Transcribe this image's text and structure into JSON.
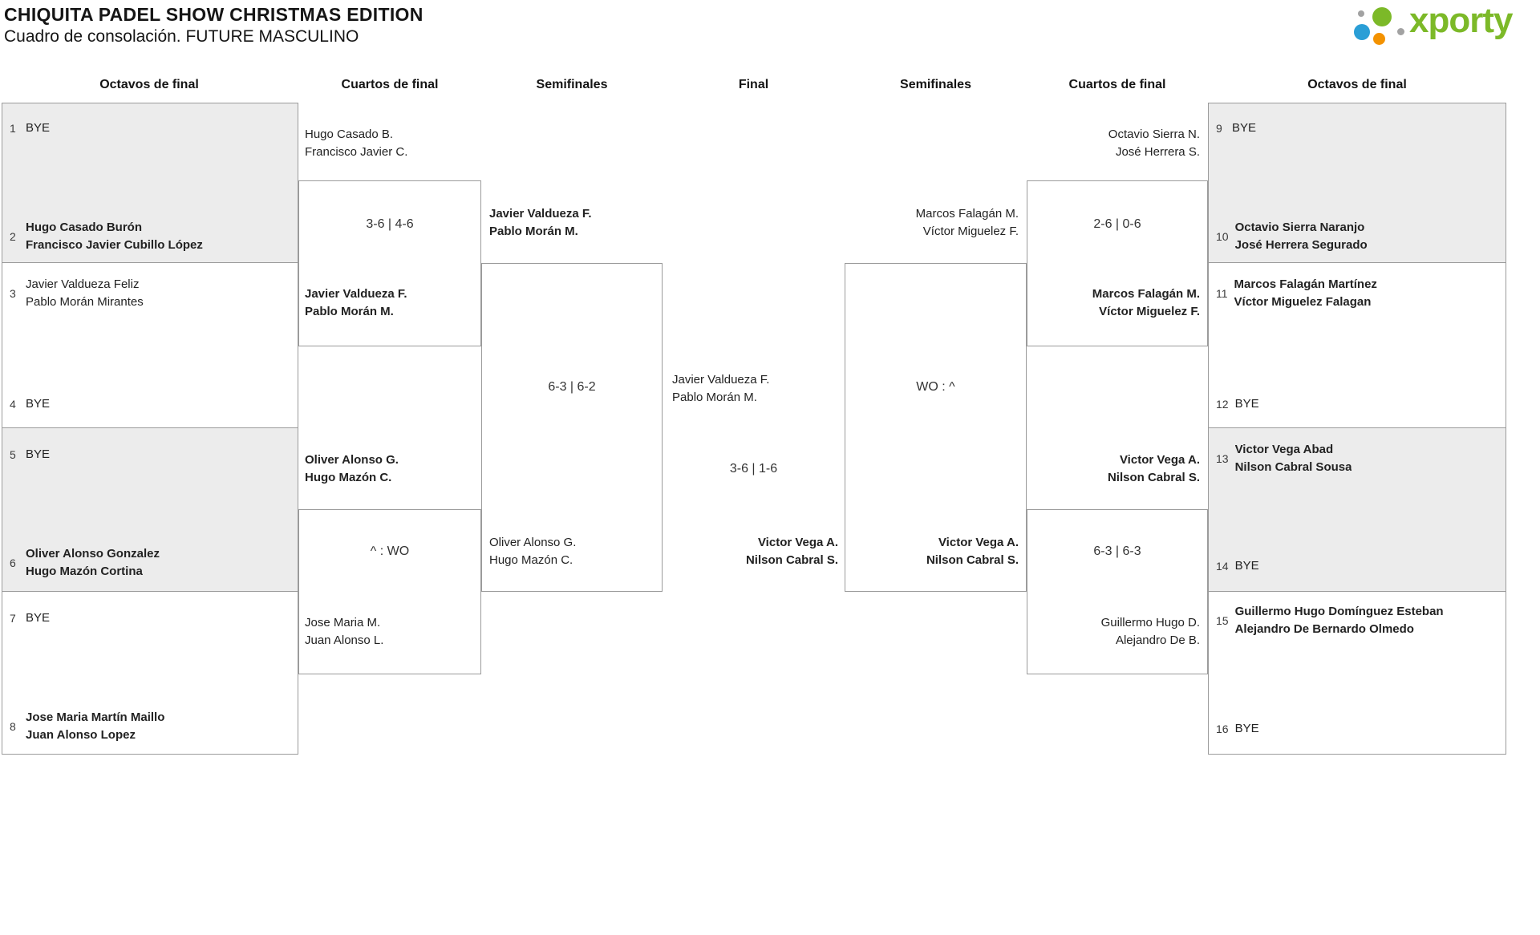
{
  "title": "CHIQUITA PADEL SHOW CHRISTMAS EDITION",
  "subtitle": "Cuadro de consolación. FUTURE MASCULINO",
  "logo": {
    "text": "xporty"
  },
  "colors": {
    "green": "#7cb928",
    "blue": "#2a9ed6",
    "orange": "#f39200",
    "grey": "#a2a2a2",
    "box-grey": "#ececec",
    "border-grey": "#9b9b9b"
  },
  "rounds": [
    "Octavos de final",
    "Cuartos de final",
    "Semifinales",
    "Final",
    "Semifinales",
    "Cuartos de final",
    "Octavos de final"
  ],
  "r16": [
    {
      "seed": "1",
      "team": "BYE"
    },
    {
      "seed": "2",
      "team": "Hugo Casado Burón\nFrancisco Javier Cubillo López"
    },
    {
      "seed": "3",
      "team": "Javier Valdueza Feliz\nPablo Morán Mirantes"
    },
    {
      "seed": "4",
      "team": "BYE"
    },
    {
      "seed": "5",
      "team": "BYE"
    },
    {
      "seed": "6",
      "team": "Oliver Alonso Gonzalez\nHugo Mazón Cortina"
    },
    {
      "seed": "7",
      "team": "BYE"
    },
    {
      "seed": "8",
      "team": "Jose Maria Martín Maillo\nJuan Alonso Lopez"
    },
    {
      "seed": "9",
      "team": "BYE"
    },
    {
      "seed": "10",
      "team": "Octavio Sierra Naranjo\nJosé Herrera Segurado"
    },
    {
      "seed": "11",
      "team": "Marcos Falagán Martínez\nVíctor Miguelez Falagan"
    },
    {
      "seed": "12",
      "team": "BYE"
    },
    {
      "seed": "13",
      "team": "Victor Vega Abad\nNilson Cabral Sousa"
    },
    {
      "seed": "14",
      "team": "BYE"
    },
    {
      "seed": "15",
      "team": "Guillermo Hugo Domínguez Esteban\nAlejandro De Bernardo Olmedo"
    },
    {
      "seed": "16",
      "team": "BYE"
    }
  ],
  "bracket": {
    "qf_l1": {
      "top": "Hugo Casado B.\nFrancisco Javier C.",
      "score": "3-6 | 4-6",
      "bottom": "Javier Valdueza F.\nPablo Morán M."
    },
    "qf_l2": {
      "top": "Oliver Alonso G.\nHugo Mazón C.",
      "score": "^ : WO",
      "bottom": "Jose Maria M.\nJuan Alonso L."
    },
    "sf_l": {
      "top": "Javier Valdueza F.\nPablo Morán M.",
      "score": "6-3 | 6-2",
      "bottom": "Oliver Alonso G.\nHugo Mazón C."
    },
    "final": {
      "top": "Javier Valdueza F.\nPablo Morán M.",
      "score": "3-6 | 1-6",
      "bottom": "Victor Vega A.\nNilson Cabral S."
    },
    "sf_r": {
      "top": "Marcos Falagán M.\nVíctor Miguelez F.",
      "score": "WO : ^",
      "bottom": "Victor Vega A.\nNilson Cabral S."
    },
    "qf_r1": {
      "top": "Octavio Sierra N.\nJosé Herrera S.",
      "score": "2-6 | 0-6",
      "bottom": "Marcos Falagán M.\nVíctor Miguelez F."
    },
    "qf_r2": {
      "top": "Victor Vega A.\nNilson Cabral S.",
      "score": "6-3 | 6-3",
      "bottom": "Guillermo Hugo D.\nAlejandro De B."
    }
  }
}
